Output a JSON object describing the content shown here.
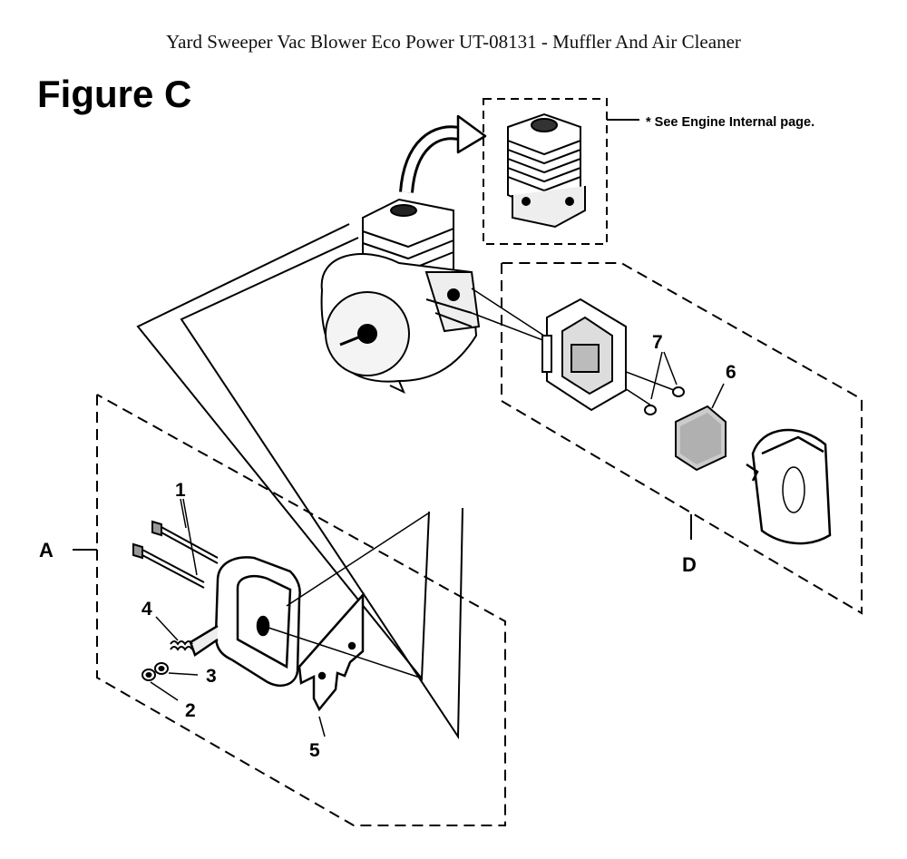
{
  "page": {
    "title": "Yard Sweeper Vac Blower Eco Power UT-08131 - Muffler And Air Cleaner",
    "figure_label": "Figure C"
  },
  "callouts": {
    "engine_note": "* See Engine Internal page."
  },
  "groups": {
    "a": "A",
    "d": "D"
  },
  "parts": [
    {
      "id": "1",
      "label": "1"
    },
    {
      "id": "2",
      "label": "2"
    },
    {
      "id": "3",
      "label": "3"
    },
    {
      "id": "4",
      "label": "4"
    },
    {
      "id": "5",
      "label": "5"
    },
    {
      "id": "6",
      "label": "6"
    },
    {
      "id": "7",
      "label": "7"
    }
  ]
}
